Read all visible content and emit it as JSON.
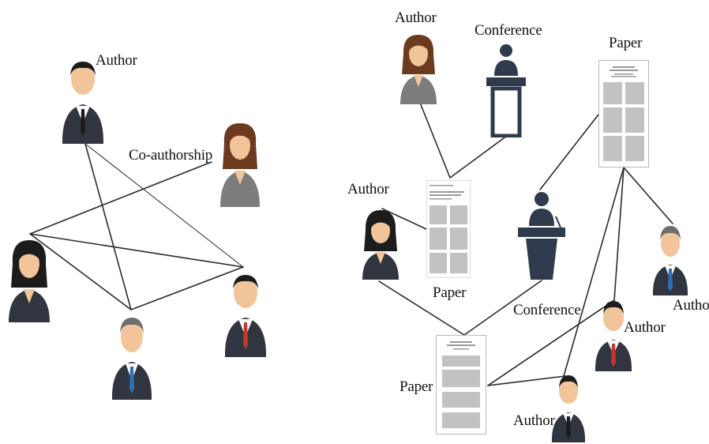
{
  "labels": {
    "author": "Author",
    "coauthorship": "Co-authorship",
    "conference": "Conference",
    "paper": "Paper"
  },
  "colors": {
    "line": "#2a2a2a",
    "suit": "#303540",
    "skin": "#f2c49a",
    "hair_dark": "#1c1c1c",
    "hair_brown": "#6b3a1f",
    "shirt": "#ffffff",
    "tie_red": "#c0392b",
    "tie_blue": "#2c6fb7",
    "podium": "#2f3b4c",
    "paper_border": "#b9b9b9"
  },
  "icons": {
    "person": "person-icon",
    "podium": "podium-icon",
    "paper": "paper-document-icon"
  }
}
